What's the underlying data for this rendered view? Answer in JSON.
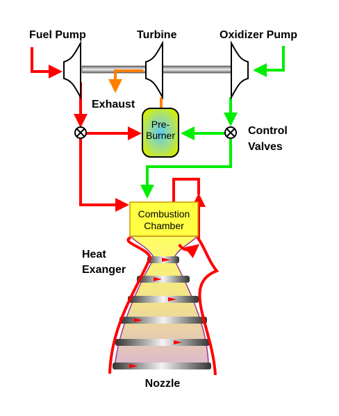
{
  "labels": {
    "fuel_pump": "Fuel Pump",
    "turbine": "Turbine",
    "oxidizer_pump": "Oxidizer Pump",
    "exhaust": "Exhaust",
    "control_valves": [
      "Control",
      "Valves"
    ],
    "pre_burner": [
      "Pre-",
      "Burner"
    ],
    "combustion_chamber": [
      "Combustion",
      "Chamber"
    ],
    "heat_exchanger": [
      "Heat",
      "Exanger"
    ],
    "nozzle": "Nozzle"
  },
  "colors": {
    "fuel": "#ff0000",
    "oxidizer": "#00ee00",
    "exhaust": "#ff8000",
    "chamber": "#ffff44",
    "shaft": "#999999",
    "preburner_center": "#66ccee",
    "preburner_edge": "#ccee00",
    "nozzle_outline": "#993399"
  }
}
